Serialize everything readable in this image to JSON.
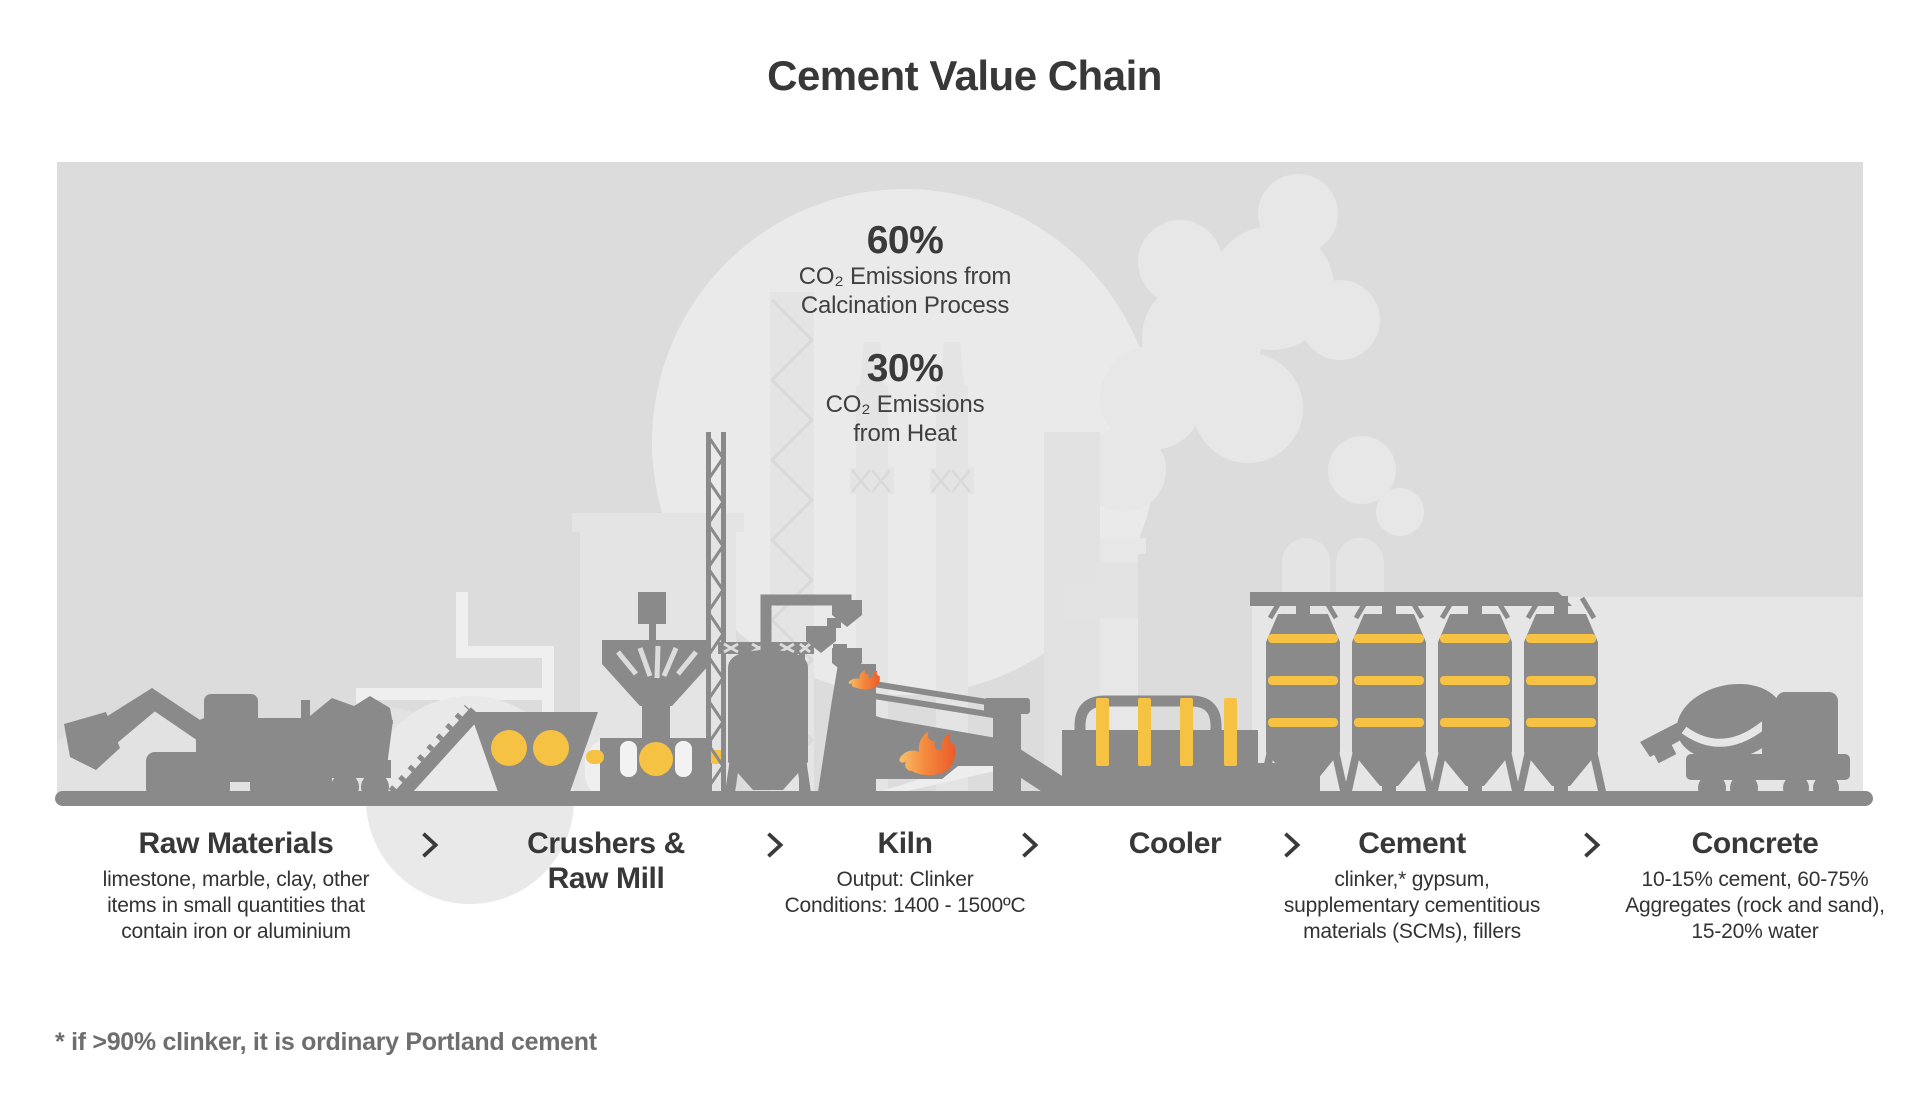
{
  "title": "Cement Value Chain",
  "emissions": {
    "calcination": {
      "value": "60%",
      "line1": "CO₂ Emissions from",
      "line2": "Calcination Process"
    },
    "heat": {
      "value": "30%",
      "line1": "CO₂ Emissions",
      "line2": "from Heat"
    }
  },
  "stages": [
    {
      "label": "Raw Materials",
      "description": "limestone, marble, clay, other items in small quantities that contain iron or aluminium"
    },
    {
      "label": "Crushers & Raw Mill",
      "description": ""
    },
    {
      "label": "Kiln",
      "desc_line1": "Output: Clinker",
      "desc_line2": "Conditions: 1400 - 1500ºC"
    },
    {
      "label": "Cooler",
      "description": ""
    },
    {
      "label": "Cement",
      "description": "clinker,* gypsum, supplementary cementitious materials (SCMs), fillers"
    },
    {
      "label": "Concrete",
      "description": "10-15% cement, 60-75% Aggregates (rock and sand), 15-20% water"
    }
  ],
  "footnote": "* if >90% clinker, it is ordinary Portland cement",
  "icons": {
    "stage_separator": "chevron-right-icon"
  },
  "colors": {
    "panel_gray": "#dcdcdc",
    "silhouette_light": "#e7e7e7",
    "machinery_gray": "#8a8a8a",
    "accent_yellow": "#f6c243",
    "flame_orange": "#ec5b2a",
    "text_dark": "#3a3a3a",
    "footnote_gray": "#6e6e6e"
  }
}
